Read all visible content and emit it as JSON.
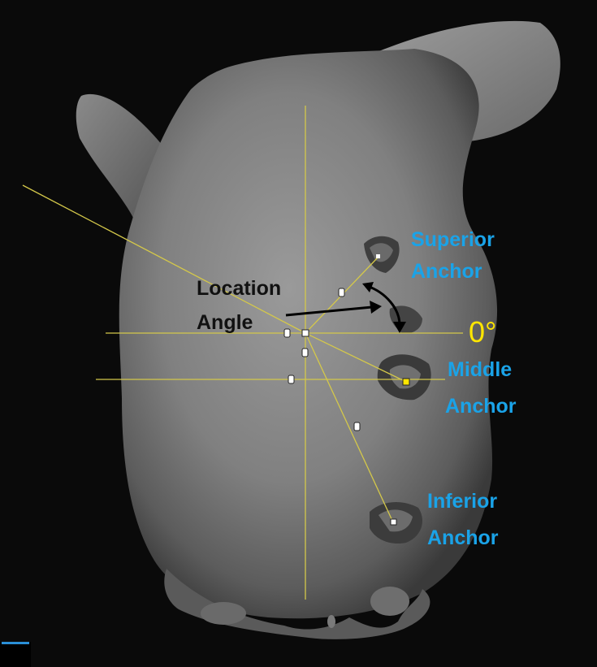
{
  "labels": {
    "superior_line1": "Superior",
    "superior_line2": "Anchor",
    "middle_line1": "Middle",
    "middle_line2": "Anchor",
    "inferior_line1": "Inferior",
    "inferior_line2": "Anchor",
    "location_line1": "Location",
    "location_line2": "Angle",
    "zero_angle": "0°"
  },
  "colors": {
    "label_blue": "#1aa3e8",
    "guide_yellow": "#d4c84a",
    "zero_yellow": "#ffe600",
    "background": "#0a0a0a",
    "tissue": "#7e7e7e"
  }
}
